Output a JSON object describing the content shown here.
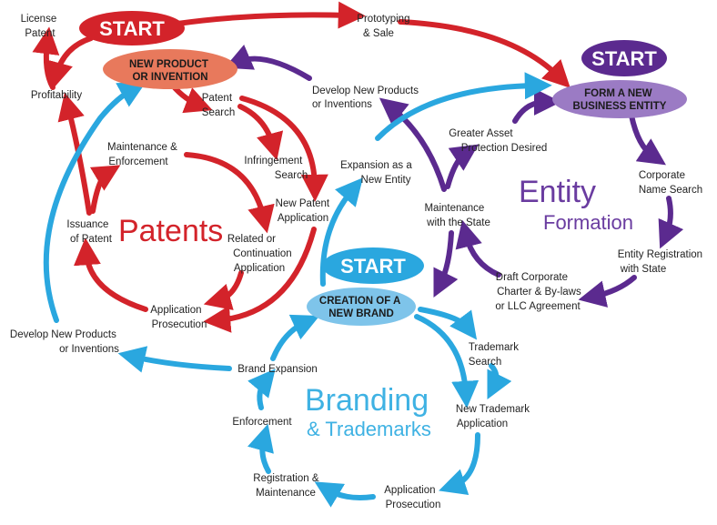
{
  "colors": {
    "patents": "#d3232a",
    "entity": "#5b2a8f",
    "branding": "#2aa7df",
    "patent_start_node": "#e8795c",
    "entity_start_node": "#9b7bc4",
    "brand_start_node": "#7ec4ea"
  },
  "patents": {
    "start_label": "START",
    "start_node": [
      "NEW PRODUCT",
      "OR INVENTION"
    ],
    "title": "Patents",
    "steps": {
      "license_patent": [
        "License",
        "Patent"
      ],
      "profitability": [
        "Profitability"
      ],
      "patent_search": [
        "Patent",
        "Search"
      ],
      "maintenance_enforcement": [
        "Maintenance &",
        "Enforcement"
      ],
      "infringement_search": [
        "Infringement",
        "Search"
      ],
      "new_patent_application": [
        "New Patent",
        "Application"
      ],
      "issuance_of_patent": [
        "Issuance",
        "of Patent"
      ],
      "related_continuation": [
        "Related or",
        "Continuation",
        "Application"
      ],
      "application_prosecution": [
        "Application",
        "Prosecution"
      ],
      "prototyping_sale": [
        "Prototyping",
        "& Sale"
      ]
    }
  },
  "entity": {
    "start_label": "START",
    "start_node": [
      "FORM A NEW",
      "BUSINESS ENTITY"
    ],
    "title": [
      "Entity",
      "Formation"
    ],
    "steps": {
      "develop_new_products": [
        "Develop New Products",
        "or Inventions"
      ],
      "greater_asset": [
        "Greater Asset",
        "Protection Desired"
      ],
      "corporate_name_search": [
        "Corporate",
        "Name Search"
      ],
      "maintenance_state": [
        "Maintenance",
        "with the State"
      ],
      "entity_registration": [
        "Entity Registration",
        "with State"
      ],
      "draft_charter": [
        "Draft Corporate",
        "Charter & By-laws",
        "or LLC Agreement"
      ]
    }
  },
  "branding": {
    "start_label": "START",
    "start_node": [
      "CREATION OF A",
      "NEW BRAND"
    ],
    "title": [
      "Branding",
      "& Trademarks"
    ],
    "steps": {
      "expansion_new_entity": [
        "Expansion as a",
        "New Entity"
      ],
      "develop_new_products": [
        "Develop New Products",
        "or Inventions"
      ],
      "brand_expansion": [
        "Brand Expansion"
      ],
      "trademark_search": [
        "Trademark",
        "Search"
      ],
      "new_trademark_application": [
        "New Trademark",
        "Application"
      ],
      "enforcement": [
        "Enforcement"
      ],
      "registration_maintenance": [
        "Registration &",
        "Maintenance"
      ],
      "application_prosecution": [
        "Application",
        "Prosecution"
      ]
    }
  }
}
